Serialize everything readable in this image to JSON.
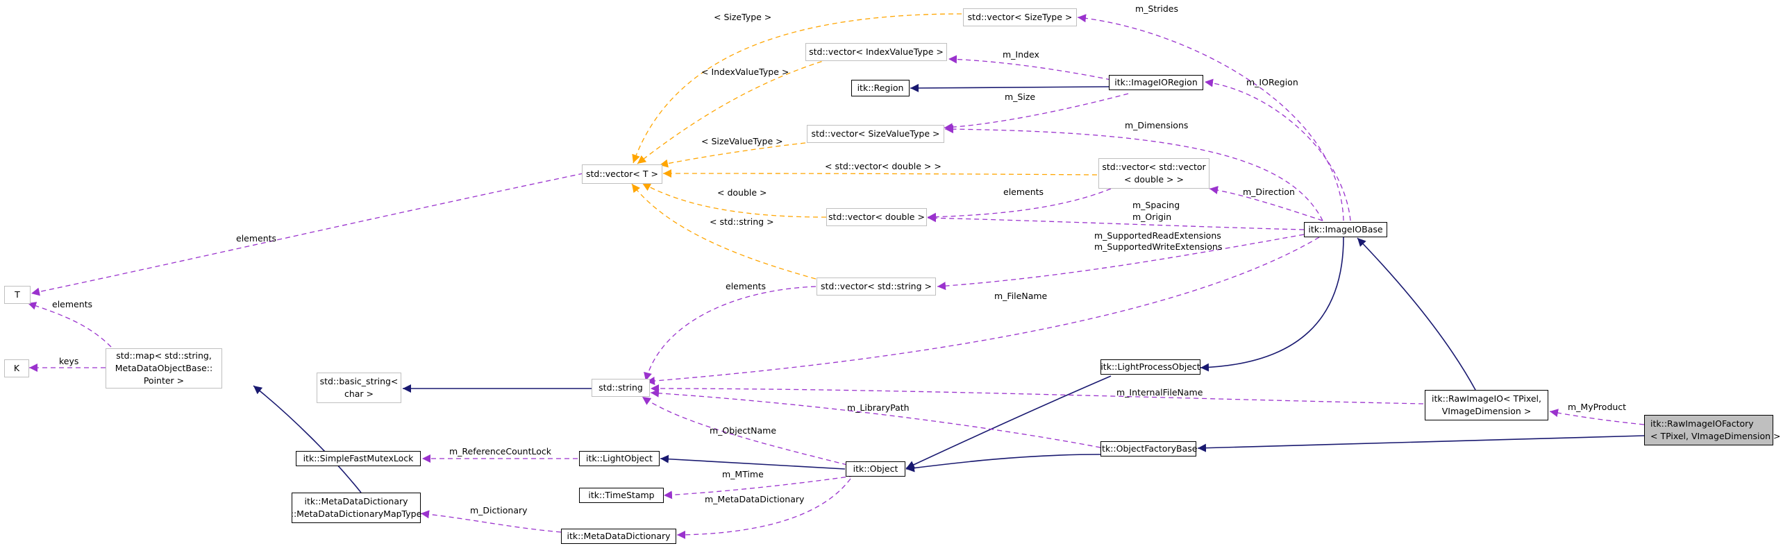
{
  "nodes": {
    "raw_factory": {
      "lines": [
        "itk::RawImageIOFactory",
        "< TPixel, VImageDimension >"
      ]
    },
    "raw_imageio": {
      "lines": [
        "itk::RawImageIO< TPixel,",
        "VImageDimension >"
      ]
    },
    "object_factory_base": {
      "lines": [
        "itk::ObjectFactoryBase"
      ]
    },
    "imageio_base": {
      "lines": [
        "itk::ImageIOBase"
      ]
    },
    "light_process_object": {
      "lines": [
        "itk::LightProcessObject"
      ]
    },
    "object": {
      "lines": [
        "itk::Object"
      ]
    },
    "light_object": {
      "lines": [
        "itk::LightObject"
      ]
    },
    "time_stamp": {
      "lines": [
        "itk::TimeStamp"
      ]
    },
    "meta_data_dictionary": {
      "lines": [
        "itk::MetaDataDictionary"
      ]
    },
    "simple_fast_mutex_lock": {
      "lines": [
        "itk::SimpleFastMutexLock"
      ]
    },
    "mdd_map_type": {
      "lines": [
        "itk::MetaDataDictionary",
        "::MetaDataDictionaryMapType"
      ]
    },
    "std_map": {
      "lines": [
        "std::map< std::string,",
        "MetaDataObjectBase::",
        "Pointer >"
      ]
    },
    "T": {
      "lines": [
        "T"
      ]
    },
    "K": {
      "lines": [
        "K"
      ]
    },
    "std_string": {
      "lines": [
        "std::string"
      ]
    },
    "basic_string": {
      "lines": [
        "std::basic_string<",
        "char >"
      ]
    },
    "imageio_region": {
      "lines": [
        "itk::ImageIORegion"
      ]
    },
    "region": {
      "lines": [
        "itk::Region"
      ]
    },
    "vec_T": {
      "lines": [
        "std::vector< T >"
      ]
    },
    "vec_sizetype": {
      "lines": [
        "std::vector< SizeType >"
      ]
    },
    "vec_indexvaluetype": {
      "lines": [
        "std::vector< IndexValueType >"
      ]
    },
    "vec_sizevaluetype": {
      "lines": [
        "std::vector< SizeValueType >"
      ]
    },
    "vec_vec_double": {
      "lines": [
        "std::vector< std::vector",
        "< double > >"
      ]
    },
    "vec_double": {
      "lines": [
        "std::vector< double >"
      ]
    },
    "vec_string": {
      "lines": [
        "std::vector< std::string >"
      ]
    }
  },
  "edge_labels": {
    "m_myproduct": "m_MyProduct",
    "m_strides": "m_Strides",
    "m_ioregion": "m_IORegion",
    "m_index": "m_Index",
    "m_size": "m_Size",
    "m_dimensions": "m_Dimensions",
    "m_direction": "m_Direction",
    "m_spacing": "m_Spacing",
    "m_origin": "m_Origin",
    "m_supported_read": "m_SupportedReadExtensions",
    "m_supported_write": "m_SupportedWriteExtensions",
    "m_filename": "m_FileName",
    "m_internal_filename": "m_InternalFileName",
    "m_library_path": "m_LibraryPath",
    "m_object_name": "m_ObjectName",
    "m_reference_count_lock": "m_ReferenceCountLock",
    "m_mtime": "m_MTime",
    "m_metadata_dictionary": "m_MetaDataDictionary",
    "m_dictionary": "m_Dictionary",
    "elements_vec_vec_double": "elements",
    "elements_vec_string": "elements",
    "elements_vec_T": "elements",
    "elements_map": "elements",
    "keys": "keys",
    "tpl_sizetype": "< SizeType >",
    "tpl_indexvaluetype": "< IndexValueType >",
    "tpl_sizevaluetype": "< SizeValueType >",
    "tpl_vec_double": "< std::vector< double > >",
    "tpl_double": "< double >",
    "tpl_string": "< std::string >"
  },
  "colors": {
    "inheritance": "#191970",
    "usage": "#9a32cd",
    "template": "#ffa500",
    "node_border_solid": "#000000",
    "node_border_gray": "#bfbfbf",
    "highlight_fill": "#bfbfbf"
  }
}
